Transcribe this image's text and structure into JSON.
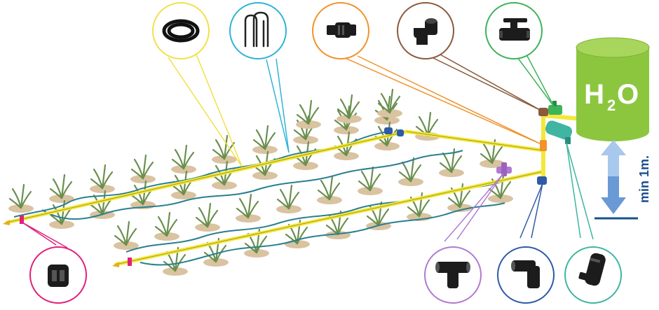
{
  "tank": {
    "label": "H",
    "subscript": "2",
    "suffix": "O",
    "color": "#8cc63f"
  },
  "height_note": {
    "text": "min 1m.",
    "color": "#1a4f8c"
  },
  "colors": {
    "main_pipe": "#f4e83a",
    "drip_line": "#2a7f8f",
    "plant": "#6a8f4e",
    "soil": "#d9c3a0",
    "callout_yellow": "#f2e04a",
    "callout_cyan": "#2fb4d6",
    "callout_orange": "#f0932b",
    "callout_brown": "#8a5a3c",
    "callout_green": "#3db35a",
    "callout_pink": "#e0207a",
    "callout_purple": "#b07ad0",
    "callout_blue": "#2f5aa8",
    "callout_teal": "#3fb5a2"
  },
  "callouts": [
    {
      "id": "pipe-coil",
      "icon": "pipe-coil-icon",
      "color": "#f2e04a"
    },
    {
      "id": "stakes",
      "icon": "stake-icon",
      "color": "#2fb4d6"
    },
    {
      "id": "connector",
      "icon": "connector-icon",
      "color": "#f0932b"
    },
    {
      "id": "elbow",
      "icon": "elbow-icon",
      "color": "#8a5a3c"
    },
    {
      "id": "valve",
      "icon": "valve-icon",
      "color": "#3db35a"
    },
    {
      "id": "end-clamp",
      "icon": "end-clamp-icon",
      "color": "#e0207a"
    },
    {
      "id": "tee",
      "icon": "tee-icon",
      "color": "#b07ad0"
    },
    {
      "id": "elbow-small",
      "icon": "elbow-small-icon",
      "color": "#2f5aa8"
    },
    {
      "id": "filter",
      "icon": "filter-icon",
      "color": "#3fb5a2"
    }
  ]
}
